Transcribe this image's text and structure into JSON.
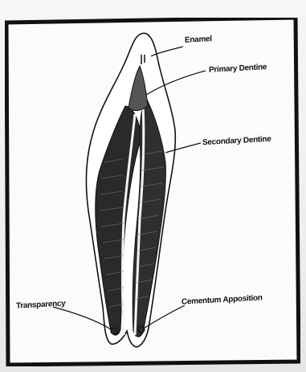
{
  "diagram": {
    "labels": {
      "enamel": "Enamel",
      "primary_dentine": "Primary Dentine",
      "secondary_dentine": "Secondary Dentine",
      "transparency": "Transparency",
      "cementum_apposition": "Cementum Apposition"
    }
  }
}
